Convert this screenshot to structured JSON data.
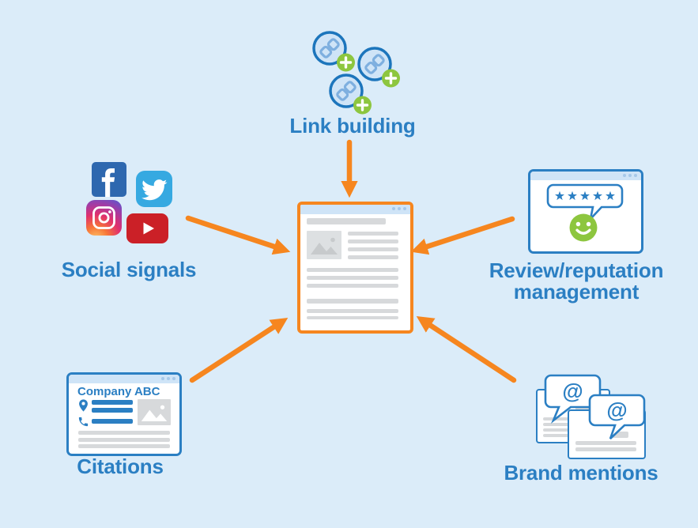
{
  "diagram": {
    "title_hidden": "",
    "nodes": {
      "link_building": {
        "label": "Link building",
        "icon": "chain-link-plus-icon",
        "icon_count": 3
      },
      "social_signals": {
        "label": "Social signals",
        "icons": [
          "facebook-icon",
          "twitter-icon",
          "instagram-icon",
          "youtube-icon"
        ]
      },
      "review_management": {
        "label_line1": "Review/reputation",
        "label_line2": "management",
        "rating_stars": 5,
        "icons": [
          "five-star-rating",
          "smiley-icon"
        ]
      },
      "citations": {
        "label": "Citations",
        "company_name": "Company ABC",
        "icons": [
          "location-pin-icon",
          "phone-icon",
          "image-placeholder-icon"
        ]
      },
      "brand_mentions": {
        "label": "Brand mentions",
        "at_symbol": "@",
        "icons": [
          "at-speech-bubble-icon",
          "document-card"
        ]
      },
      "center": {
        "icon": "webpage-window"
      }
    },
    "arrows": [
      {
        "from": "link_building",
        "to": "center"
      },
      {
        "from": "social_signals",
        "to": "center"
      },
      {
        "from": "review_management",
        "to": "center"
      },
      {
        "from": "citations",
        "to": "center"
      },
      {
        "from": "brand_mentions",
        "to": "center"
      }
    ]
  },
  "colors": {
    "bg": "#dbecf9",
    "blue": "#2b7fc3",
    "blueDark": "#1c75bc",
    "lightBlue": "#cfe4f7",
    "chainBlue": "#7eafdf",
    "dotBlue": "#a6c8e9",
    "orange": "#f6861f",
    "green": "#8dc63f",
    "grayBar": "#d7d9db",
    "facebook": "#2e68af",
    "twitter": "#36a9e1",
    "youtube": "#cb2027",
    "instagramPurple": "#515bd4",
    "instagramPink": "#e1306c",
    "instagramOrange": "#f77737",
    "white": "#ffffff"
  }
}
